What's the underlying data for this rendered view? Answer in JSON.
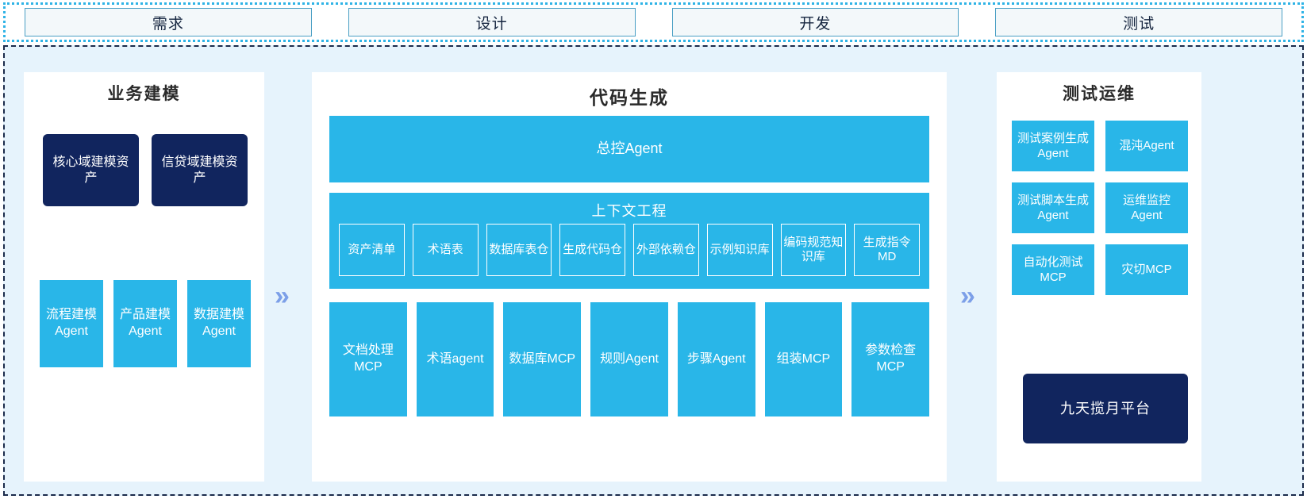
{
  "phases": [
    {
      "label": "需求"
    },
    {
      "label": "设计"
    },
    {
      "label": "开发"
    },
    {
      "label": "测试"
    }
  ],
  "arrows": {
    "glyph": "»",
    "color": "#7c9fe8"
  },
  "colors": {
    "cyan": "#29b6e8",
    "navy": "#11255e",
    "panel_bg": "#ffffff",
    "main_bg": "#e6f3fc",
    "phase_border": "#2eb3e6",
    "phase_box_bg": "#f3f8fa"
  },
  "left_panel": {
    "title": "业务建模",
    "assets": [
      {
        "label": "核心域建模资产"
      },
      {
        "label": "信贷域建模资产"
      }
    ],
    "agents": [
      {
        "label": "流程建模Agent"
      },
      {
        "label": "产品建模Agent"
      },
      {
        "label": "数据建模Agent"
      }
    ]
  },
  "center_panel": {
    "title": "代码生成",
    "controller": {
      "label": "总控Agent"
    },
    "context": {
      "title": "上下文工程",
      "items": [
        {
          "label": "资产清单"
        },
        {
          "label": "术语表"
        },
        {
          "label": "数据库表仓"
        },
        {
          "label": "生成代码仓"
        },
        {
          "label": "外部依赖仓"
        },
        {
          "label": "示例知识库"
        },
        {
          "label": "编码规范知识库"
        },
        {
          "label": "生成指令MD"
        }
      ]
    },
    "tools": [
      {
        "label": "文档处理MCP"
      },
      {
        "label": "术语agent"
      },
      {
        "label": "数据库MCP"
      },
      {
        "label": "规则Agent"
      },
      {
        "label": "步骤Agent"
      },
      {
        "label": "组装MCP"
      },
      {
        "label": "参数检查MCP"
      }
    ]
  },
  "right_panel": {
    "title": "测试运维",
    "items": [
      {
        "label": "测试案例生成Agent"
      },
      {
        "label": "混沌Agent"
      },
      {
        "label": "测试脚本生成Agent"
      },
      {
        "label": "运维监控Agent"
      },
      {
        "label": "自动化测试MCP"
      },
      {
        "label": "灾切MCP"
      }
    ],
    "platform": {
      "label": "九天揽月平台"
    }
  }
}
